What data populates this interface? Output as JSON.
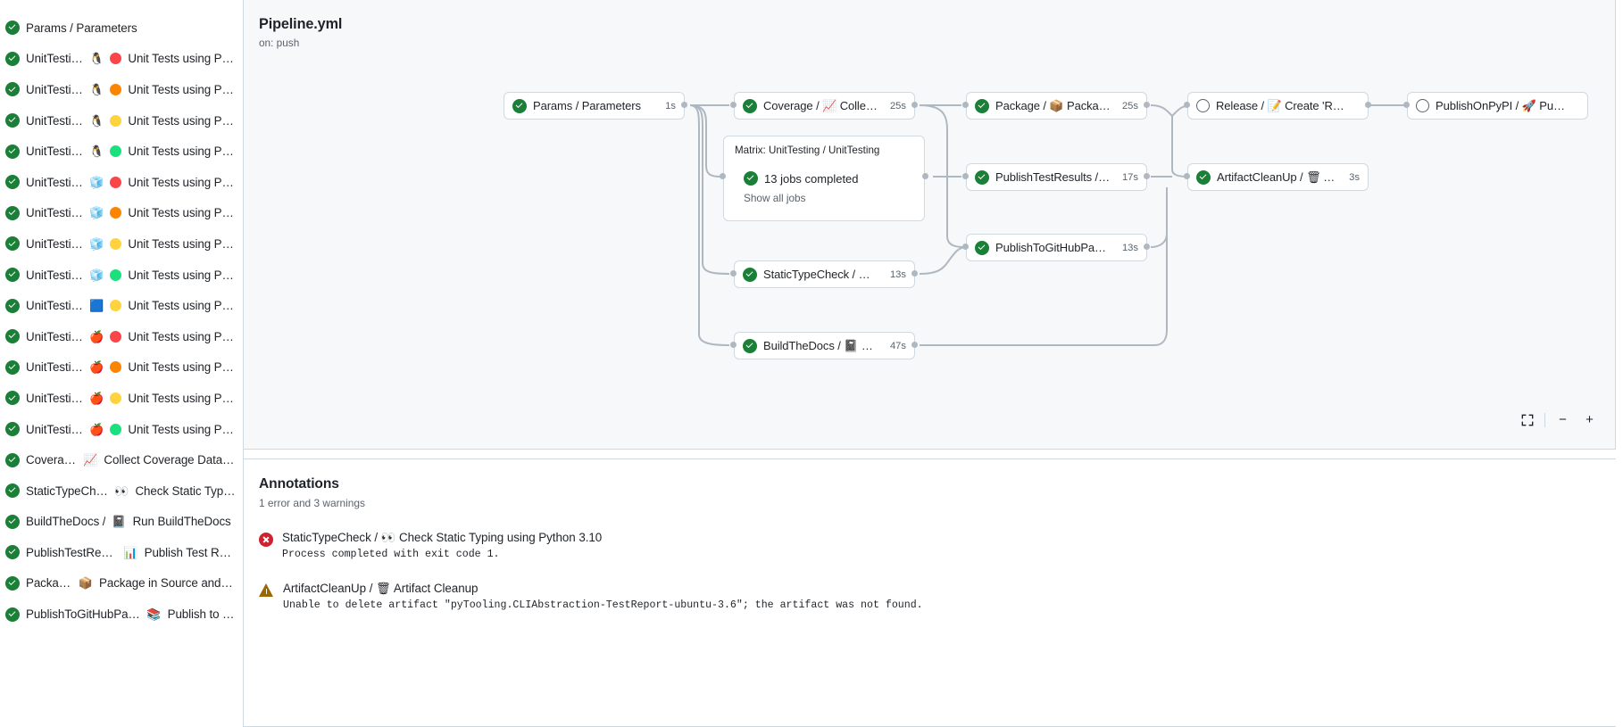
{
  "sidebar": {
    "jobs": [
      {
        "status": "success",
        "label": "Params / Parameters",
        "os_emoji": "",
        "py_color": ""
      },
      {
        "status": "success",
        "label": "UnitTesting / ",
        "os_emoji": "🐧",
        "py_color": "#fa4549",
        "suffix": "Unit Tests using Pyth…"
      },
      {
        "status": "success",
        "label": "UnitTesting / ",
        "os_emoji": "🐧",
        "py_color": "#fb8500",
        "suffix": "Unit Tests using Pyth…"
      },
      {
        "status": "success",
        "label": "UnitTesting / ",
        "os_emoji": "🐧",
        "py_color": "#ffd33d",
        "suffix": "Unit Tests using Pyth…"
      },
      {
        "status": "success",
        "label": "UnitTesting / ",
        "os_emoji": "🐧",
        "py_color": "#1ae07e",
        "suffix": "Unit Tests using Pyth…"
      },
      {
        "status": "success",
        "label": "UnitTesting / ",
        "os_emoji": "🧊",
        "py_color": "#fa4549",
        "suffix": "Unit Tests using Pyth…"
      },
      {
        "status": "success",
        "label": "UnitTesting / ",
        "os_emoji": "🧊",
        "py_color": "#fb8500",
        "suffix": "Unit Tests using Pyth…"
      },
      {
        "status": "success",
        "label": "UnitTesting / ",
        "os_emoji": "🧊",
        "py_color": "#ffd33d",
        "suffix": "Unit Tests using Pyth…"
      },
      {
        "status": "success",
        "label": "UnitTesting / ",
        "os_emoji": "🧊",
        "py_color": "#1ae07e",
        "suffix": "Unit Tests using Pyth…"
      },
      {
        "status": "success",
        "label": "UnitTesting / ",
        "os_emoji": "🟦",
        "py_color": "#ffd33d",
        "suffix": "Unit Tests using Pyth…"
      },
      {
        "status": "success",
        "label": "UnitTesting / ",
        "os_emoji": "🍎",
        "py_color": "#fa4549",
        "suffix": "Unit Tests using Pyth…"
      },
      {
        "status": "success",
        "label": "UnitTesting / ",
        "os_emoji": "🍎",
        "py_color": "#fb8500",
        "suffix": "Unit Tests using Pyth…"
      },
      {
        "status": "success",
        "label": "UnitTesting / ",
        "os_emoji": "🍎",
        "py_color": "#ffd33d",
        "suffix": "Unit Tests using Pyth…"
      },
      {
        "status": "success",
        "label": "UnitTesting / ",
        "os_emoji": "🍎",
        "py_color": "#1ae07e",
        "suffix": "Unit Tests using Pyth…"
      },
      {
        "status": "success",
        "label": "Coverage / ",
        "os_emoji": "📈",
        "py_color": "",
        "suffix": "Collect Coverage Data usi…"
      },
      {
        "status": "success",
        "label": "StaticTypeCheck / ",
        "os_emoji": "👀",
        "py_color": "",
        "suffix": "Check Static Typing…"
      },
      {
        "status": "success",
        "label": "BuildTheDocs / ",
        "os_emoji": "📓",
        "py_color": "",
        "suffix": "Run BuildTheDocs"
      },
      {
        "status": "success",
        "label": "PublishTestResults / ",
        "os_emoji": "📊",
        "py_color": "",
        "suffix": "Publish Test Resu…"
      },
      {
        "status": "success",
        "label": "Package / ",
        "os_emoji": "📦",
        "py_color": "",
        "suffix": "Package in Source and Wh…"
      },
      {
        "status": "success",
        "label": "PublishToGitHubPages / ",
        "os_emoji": "📚",
        "py_color": "",
        "suffix": "Publish to G…"
      }
    ]
  },
  "graph": {
    "workflow_title": "Pipeline.yml",
    "trigger": "on: push",
    "nodes": [
      {
        "id": "params",
        "status": "success",
        "text": "Params / Parameters",
        "duration": "1s"
      },
      {
        "id": "coverage",
        "status": "success",
        "text": "Coverage / 📈 Collect Cove…",
        "duration": "25s"
      },
      {
        "id": "package",
        "status": "success",
        "text": "Package / 📦 Package in So…",
        "duration": "25s"
      },
      {
        "id": "release",
        "status": "pending",
        "text": "Release / 📝 Create 'Release P…",
        "duration": ""
      },
      {
        "id": "pypi",
        "status": "pending",
        "text": "PublishOnPyPI / 🚀 Publish to …",
        "duration": ""
      },
      {
        "id": "testres",
        "status": "success",
        "text": "PublishTestResults / 📊 Pu…",
        "duration": "17s"
      },
      {
        "id": "artifact",
        "status": "success",
        "text": "ArtifactCleanUp / 🗑 Artifac…",
        "duration": "3s"
      },
      {
        "id": "ghpages",
        "status": "success",
        "text": "PublishToGitHubPages / 📚 …",
        "duration": "13s"
      },
      {
        "id": "typecheck",
        "status": "success",
        "text": "StaticTypeCheck / 👀 Chec…",
        "duration": "13s"
      },
      {
        "id": "docs",
        "status": "success",
        "text": "BuildTheDocs / 📓 Run Buil…",
        "duration": "47s"
      }
    ],
    "matrix": {
      "title": "Matrix: UnitTesting / UnitTesting",
      "summary": "13 jobs completed",
      "show_all": "Show all jobs",
      "status": "success"
    },
    "controls": {
      "fullscreen": "fullscreen-icon",
      "zoom_out": "−",
      "zoom_in": "+"
    }
  },
  "annotations": {
    "title": "Annotations",
    "summary": "1 error and 3 warnings",
    "items": [
      {
        "severity": "error",
        "head": "StaticTypeCheck / 👀 Check Static Typing using Python 3.10",
        "detail": "Process completed with exit code 1."
      },
      {
        "severity": "warning",
        "head": "ArtifactCleanUp / 🗑 Artifact Cleanup",
        "detail": "Unable to delete artifact \"pyTooling.CLIAbstraction-TestReport-ubuntu-3.6\"; the artifact was not found."
      }
    ]
  }
}
